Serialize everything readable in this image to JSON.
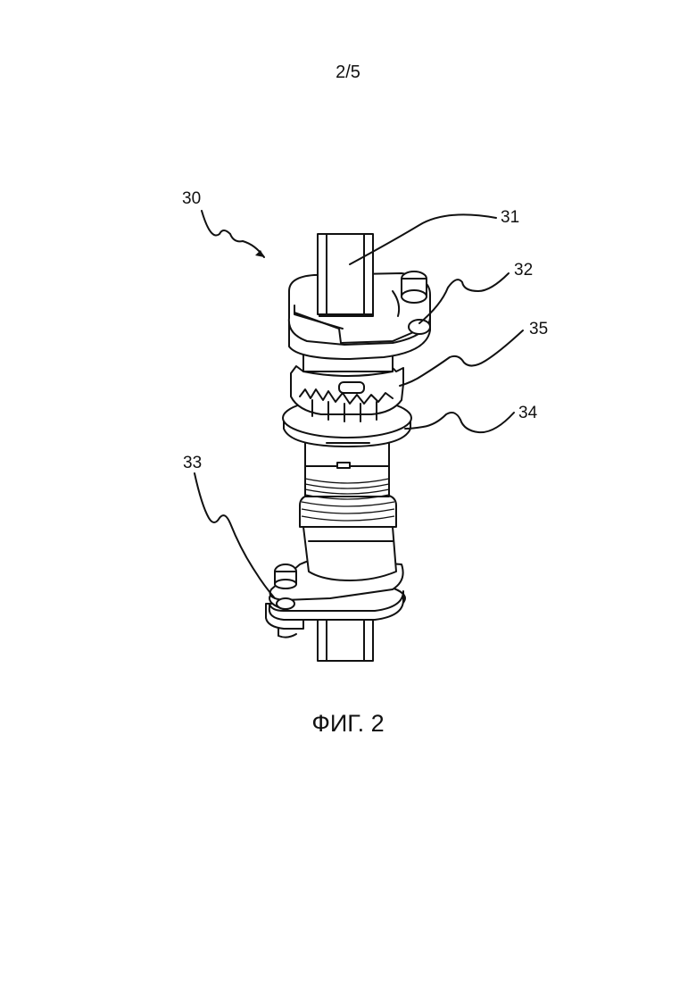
{
  "sheet": {
    "page_number": "2/5",
    "figure_caption": "ФИГ. 2"
  },
  "reference_numerals": {
    "assembly": "30",
    "shaft": "31",
    "upper_clamp": "32",
    "lower_clamp": "33",
    "bearing_plate": "34",
    "gear": "35"
  }
}
